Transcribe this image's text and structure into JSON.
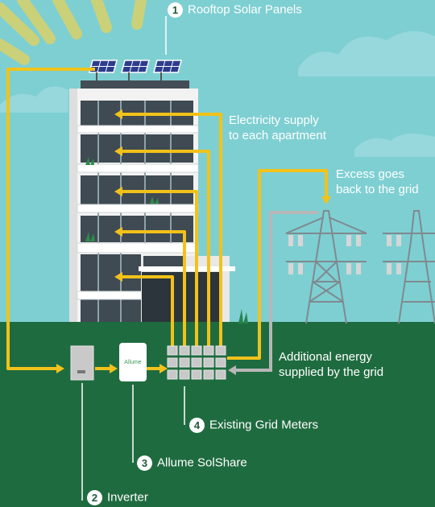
{
  "colors": {
    "sky": "#7ecfd2",
    "ground": "#1f6b40",
    "flow_solar": "#f2c21a",
    "flow_grid": "#b7b7b7",
    "building": "#f2f2f2"
  },
  "labels": {
    "solar_panels": {
      "number": "1",
      "text": "Rooftop Solar Panels"
    },
    "inverter": {
      "number": "2",
      "text": "Inverter"
    },
    "solshare": {
      "number": "3",
      "text": "Allume SolShare"
    },
    "grid_meters": {
      "number": "4",
      "text": "Existing Grid Meters"
    },
    "supply": {
      "line1": "Electricity supply",
      "line2": "to each apartment"
    },
    "excess": {
      "line1": "Excess goes",
      "line2": "back to the grid"
    },
    "additional": {
      "line1": "Additional energy",
      "line2": "supplied by the grid"
    }
  },
  "device": {
    "solshare_logo": "Allume"
  },
  "icons": {
    "sun": "sun-rays-icon",
    "panel": "solar-panel-icon",
    "inverter": "inverter-icon",
    "solshare": "solshare-device-icon",
    "meter": "grid-meter-icon",
    "tower": "transmission-tower-icon"
  }
}
